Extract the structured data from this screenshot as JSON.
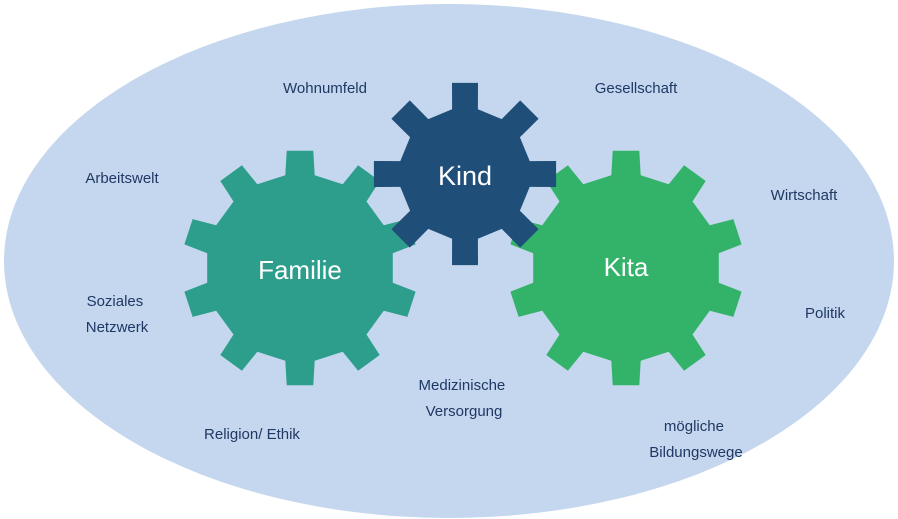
{
  "colors": {
    "background_ellipse": "#c5d7ee",
    "label_text": "#1f3864",
    "gear_familie": "#2e9e8c",
    "gear_kind": "#1f4e79",
    "gear_kita": "#33b36a",
    "gear_text": "#ffffff"
  },
  "gears": {
    "familie": {
      "label": "Familie"
    },
    "kind": {
      "label": "Kind"
    },
    "kita": {
      "label": "Kita"
    }
  },
  "context_labels": {
    "wohnumfeld": [
      "Wohnumfeld"
    ],
    "gesellschaft": [
      "Gesellschaft"
    ],
    "arbeitswelt": [
      "Arbeitswelt"
    ],
    "wirtschaft": [
      "Wirtschaft"
    ],
    "soziales_netzwerk": [
      "Soziales",
      "Netzwerk"
    ],
    "politik": [
      "Politik"
    ],
    "medizinische_versorgung": [
      "Medizinische",
      "Versorgung"
    ],
    "religion_ethik": [
      "Religion/ Ethik"
    ],
    "moegliche_bildungswege": [
      "mögliche",
      "Bildungswege"
    ]
  }
}
